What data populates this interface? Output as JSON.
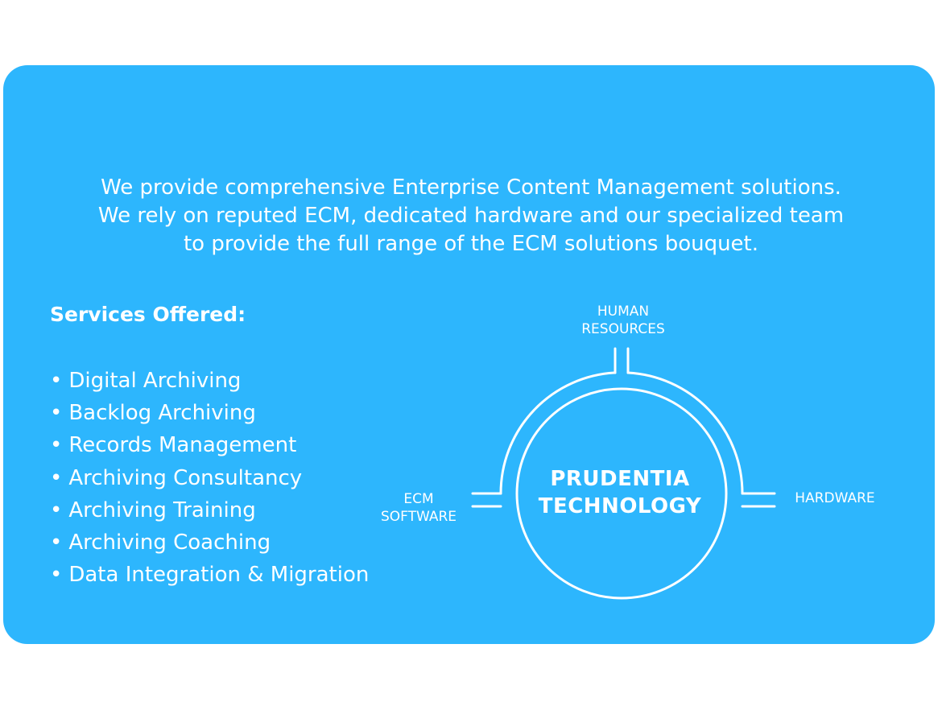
{
  "intro": {
    "line1": "We provide comprehensive Enterprise Content Management solutions.",
    "line2": "We rely on reputed ECM, dedicated hardware and our specialized team",
    "line3": "to provide the full range of the ECM solutions bouquet."
  },
  "services": {
    "title": "Services Offered:",
    "bullet": "•",
    "items": [
      "Digital Archiving",
      "Backlog Archiving",
      "Records Management",
      "Archiving Consultancy",
      "Archiving Training",
      "Archiving Coaching",
      "Data Integration & Migration"
    ]
  },
  "diagram": {
    "center_line1": "PRUDENTIA",
    "center_line2": "TECHNOLOGY",
    "top_line1": "HUMAN",
    "top_line2": "RESOURCES",
    "left_line1": "ECM",
    "left_line2": "SOFTWARE",
    "right": "HARDWARE"
  },
  "colors": {
    "card_background": "#2db6fd",
    "text": "#ffffff",
    "page_background": "#ffffff"
  }
}
